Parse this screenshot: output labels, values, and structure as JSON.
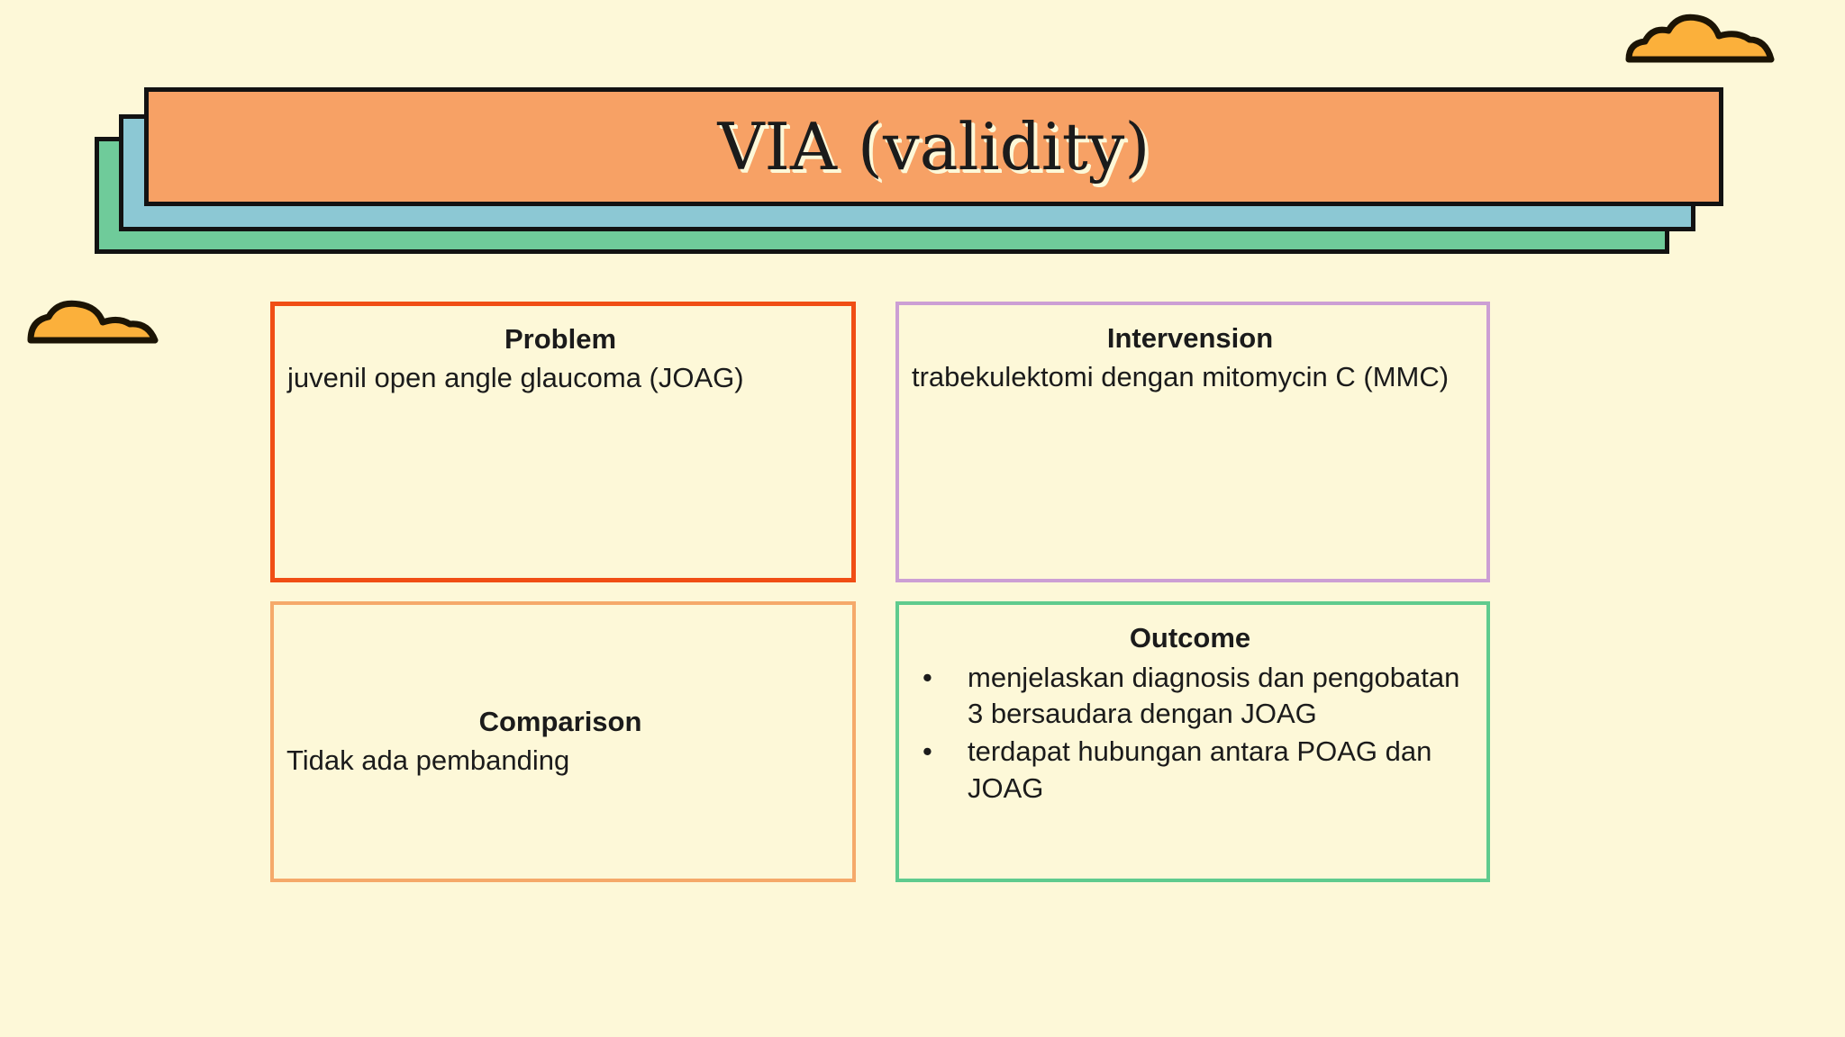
{
  "page": {
    "background_color": "#FDF8D8",
    "text_color": "#1B1B1B"
  },
  "header": {
    "title": "VIA (validity)",
    "layers": [
      {
        "name": "back-layer",
        "color": "#6FCB9A"
      },
      {
        "name": "mid-layer",
        "color": "#8CC8D4"
      },
      {
        "name": "front-layer",
        "color": "#F7A165"
      }
    ],
    "outline_color": "#121212",
    "title_shadow_color": "#FDF8D8"
  },
  "decorations": {
    "clouds": [
      {
        "name": "cloud-top-right",
        "fill": "#FBB03B",
        "stroke": "#1B1405"
      },
      {
        "name": "cloud-mid-left",
        "fill": "#FBB03B",
        "stroke": "#1B1405"
      }
    ]
  },
  "boxes": {
    "problem": {
      "title": "Problem",
      "body": "juvenil open angle glaucoma (JOAG)",
      "border_color": "#F04E15"
    },
    "intervension": {
      "title": "Intervension",
      "body": "trabekulektomi dengan mitomycin C (MMC)",
      "border_color": "#CC9FD4"
    },
    "comparison": {
      "title": "Comparison",
      "body": "Tidak ada pembanding",
      "border_color": "#F5A96A"
    },
    "outcome": {
      "title": "Outcome",
      "border_color": "#5FCB8E",
      "bullet_glyph": "•",
      "bullets": [
        "menjelaskan diagnosis dan pengobatan 3 bersaudara dengan JOAG",
        "terdapat hubungan antara POAG dan JOAG"
      ]
    }
  }
}
